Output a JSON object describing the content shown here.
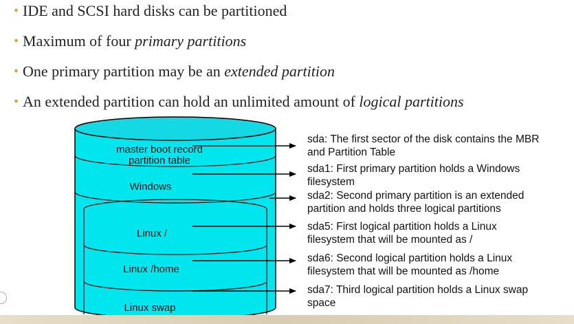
{
  "bullets": [
    {
      "plain": "IDE and SCSI hard disks can be partitioned",
      "italic": ""
    },
    {
      "plain": "Maximum of four ",
      "italic": "primary partitions"
    },
    {
      "plain": "One primary partition may be an ",
      "italic": "extended partition"
    },
    {
      "plain": "An extended partition can hold an unlimited amount of  ",
      "italic": "logical partitions"
    }
  ],
  "disk": {
    "mbr_line1": "master boot record",
    "mbr_line2": "partition table",
    "windows": "Windows",
    "linux_root": "Linux /",
    "linux_home": "Linux /home",
    "linux_swap": "Linux swap",
    "top_fill": "#14d9e4",
    "body_fill": "#00e5ee"
  },
  "notes": [
    {
      "line1": "sda: The first sector of the disk contains the MBR",
      "line2": "and Partition Table"
    },
    {
      "line1": "sda1: First primary partition holds a Windows",
      "line2": "filesystem"
    },
    {
      "line1": "sda2: Second primary partition is an extended",
      "line2": "partition and holds three logical partitions"
    },
    {
      "line1": "sda5: First logical partition holds a Linux",
      "line2": "filesystem that will be mounted as /"
    },
    {
      "line1": "sda6: Second logical partition holds a Linux",
      "line2": "filesystem that will be mounted as /home"
    },
    {
      "line1": "sda7: Third logical partition holds a Linux swap",
      "line2": "space"
    }
  ],
  "colors": {
    "bullet_dot": "#d4a84a",
    "text": "#222222"
  }
}
